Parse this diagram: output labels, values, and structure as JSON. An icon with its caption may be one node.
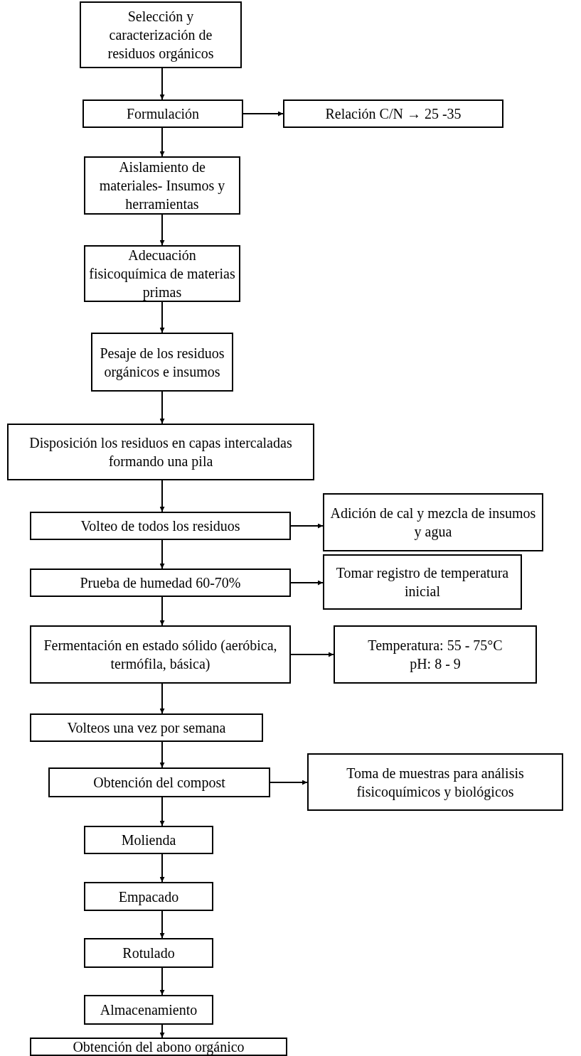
{
  "diagram": {
    "nodes": [
      {
        "text": [
          "Selección y caracterización de residuos orgánicos"
        ]
      },
      {
        "text": [
          "Formulación"
        ]
      },
      {
        "text": [
          "Relación C/N → 25 -35"
        ]
      },
      {
        "text": [
          "Aislamiento de materiales- Insumos y herramientas"
        ]
      },
      {
        "text": [
          "Adecuación fisicoquímica de materias primas"
        ]
      },
      {
        "text": [
          "Pesaje de los residuos orgánicos e insumos"
        ]
      },
      {
        "text": [
          "Disposición los residuos en capas intercaladas formando una pila"
        ]
      },
      {
        "text": [
          "Volteo de todos los residuos"
        ]
      },
      {
        "text": [
          "Adición de cal y mezcla de insumos y agua"
        ]
      },
      {
        "text": [
          "Prueba de humedad 60-70%"
        ]
      },
      {
        "text": [
          "Tomar registro de temperatura inicial"
        ]
      },
      {
        "text": [
          "Fermentación en estado sólido (aeróbica, termófila, básica)"
        ]
      },
      {
        "text": [
          "Temperatura: 55 - 75°C",
          "pH: 8 - 9"
        ]
      },
      {
        "text": [
          "Volteos una vez por semana"
        ]
      },
      {
        "text": [
          "Obtención del compost"
        ]
      },
      {
        "text": [
          "Toma de muestras para análisis fisicoquímicos y biológicos"
        ]
      },
      {
        "text": [
          "Molienda"
        ]
      },
      {
        "text": [
          "Empacado"
        ]
      },
      {
        "text": [
          "Rotulado"
        ]
      },
      {
        "text": [
          "Almacenamiento"
        ]
      },
      {
        "text": [
          "Obtención del abono orgánico"
        ]
      }
    ],
    "edges": [
      {
        "from": 0,
        "to": 1,
        "arrow": "to"
      },
      {
        "from": 1,
        "to": 2,
        "arrow": "to"
      },
      {
        "from": 1,
        "to": 3,
        "arrow": "to"
      },
      {
        "from": 3,
        "to": 4,
        "arrow": "to"
      },
      {
        "from": 4,
        "to": 5,
        "arrow": "to"
      },
      {
        "from": 5,
        "to": 6,
        "arrow": "to"
      },
      {
        "from": 6,
        "to": 7,
        "arrow": "to"
      },
      {
        "from": 7,
        "to": 8,
        "arrow": "to"
      },
      {
        "from": 7,
        "to": 9,
        "arrow": "to"
      },
      {
        "from": 9,
        "to": 10,
        "arrow": "to"
      },
      {
        "from": 9,
        "to": 11,
        "arrow": "to"
      },
      {
        "from": 11,
        "to": 12,
        "arrow": "to"
      },
      {
        "from": 11,
        "to": 13,
        "arrow": "to"
      },
      {
        "from": 13,
        "to": 14,
        "arrow": "to"
      },
      {
        "from": 14,
        "to": 15,
        "arrow": "to"
      },
      {
        "from": 14,
        "to": 16,
        "arrow": "to"
      },
      {
        "from": 16,
        "to": 17,
        "arrow": "to"
      },
      {
        "from": 17,
        "to": 18,
        "arrow": "to"
      },
      {
        "from": 18,
        "to": 19,
        "arrow": "to"
      },
      {
        "from": 19,
        "to": 20,
        "arrow": "to"
      }
    ]
  }
}
